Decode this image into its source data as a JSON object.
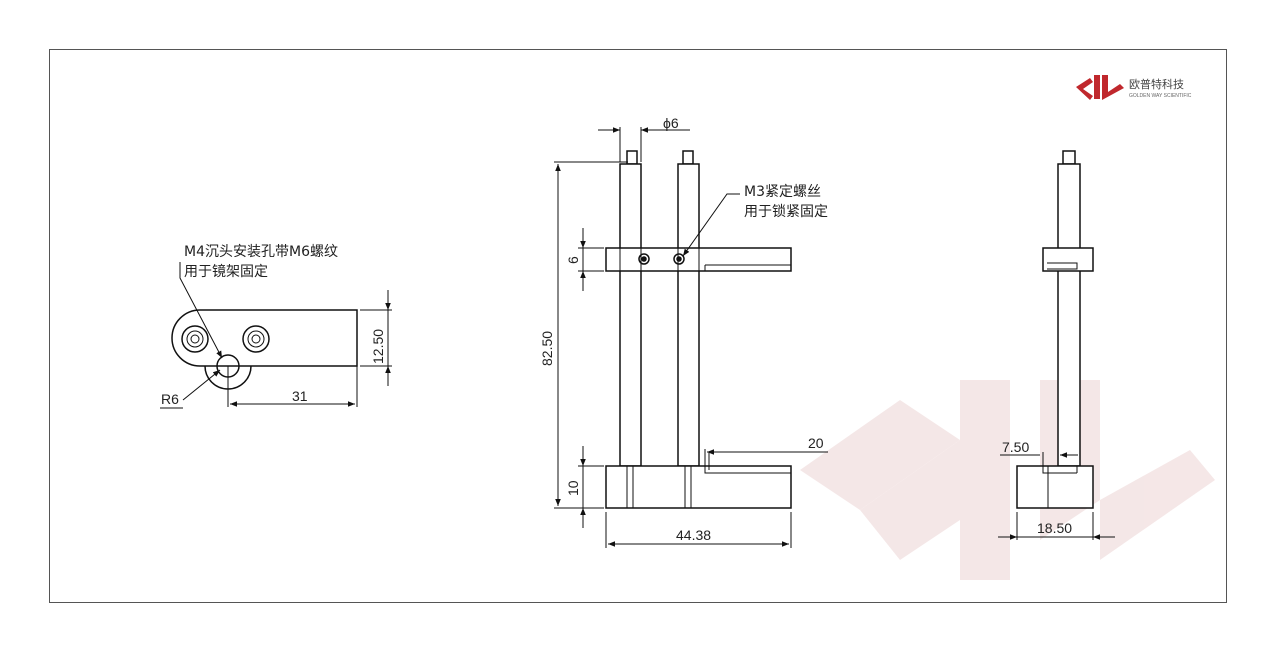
{
  "logo": {
    "name_cn": "欧普特科技",
    "name_en": "GOLDEN WAY SCIENTIFIC",
    "color": "#c0282d"
  },
  "colors": {
    "line": "#111111",
    "dim": "#222222",
    "watermark": "#f3e4e4"
  },
  "top_view": {
    "note_line1": "M4沉头安装孔带M6螺纹",
    "note_line2": "用于镜架固定",
    "radius_label": "R6",
    "width_label": "31",
    "height_label": "12.50"
  },
  "front_view": {
    "diameter_label": "ϕ6",
    "screw_note_line1": "M3紧定螺丝",
    "screw_note_line2": "用于锁紧固定",
    "clamp_height_label": "6",
    "total_height_label": "82.50",
    "base_height_label": "10",
    "slot_length_label": "20",
    "base_width_label": "44.38"
  },
  "side_view": {
    "slot_label": "7.50",
    "base_width_label": "18.50"
  }
}
